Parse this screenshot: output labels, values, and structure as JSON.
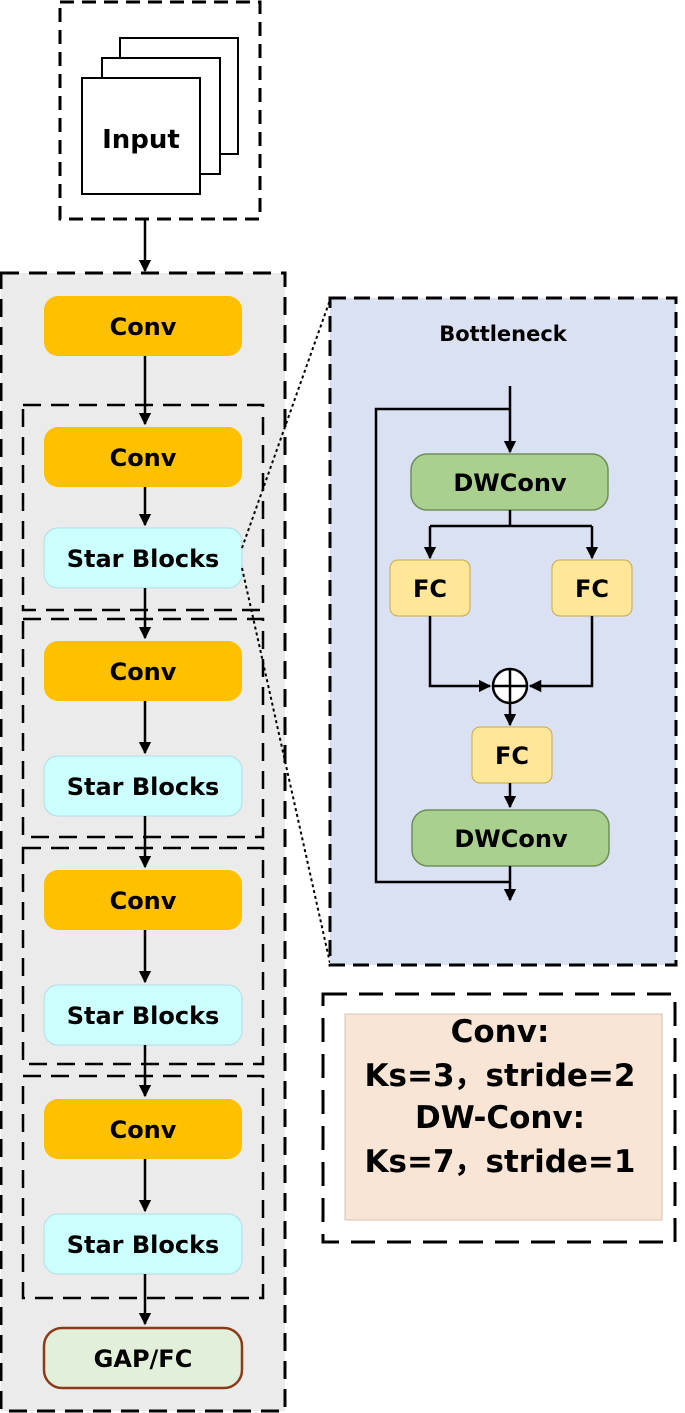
{
  "input": {
    "label": "Input"
  },
  "backbone": {
    "stem_conv": "Conv",
    "stages": [
      {
        "conv": "Conv",
        "blocks": "Star Blocks"
      },
      {
        "conv": "Conv",
        "blocks": "Star Blocks"
      },
      {
        "conv": "Conv",
        "blocks": "Star Blocks"
      },
      {
        "conv": "Conv",
        "blocks": "Star Blocks"
      }
    ],
    "head": "GAP/FC"
  },
  "bottleneck": {
    "title": "Bottleneck",
    "dwconv_top": "DWConv",
    "fc_left": "FC",
    "fc_right": "FC",
    "fc_middle": "FC",
    "dwconv_bottom": "DWConv"
  },
  "notes": {
    "line1": "Conv:",
    "line2": "Ks=3，stride=2",
    "line3": "DW-Conv:",
    "line4": "Ks=7，stride=1"
  },
  "colors": {
    "conv": "#FFC000",
    "star_blocks": "#CCFFFF",
    "head_fill": "#E2EFDA",
    "head_stroke": "#8B3A1A",
    "panel_gray": "#EBEBEB",
    "bottleneck_bg": "#D9E1F2",
    "dwconv": "#A9D08E",
    "fc": "#FFE699",
    "notes_bg": "#F8E5D6"
  }
}
